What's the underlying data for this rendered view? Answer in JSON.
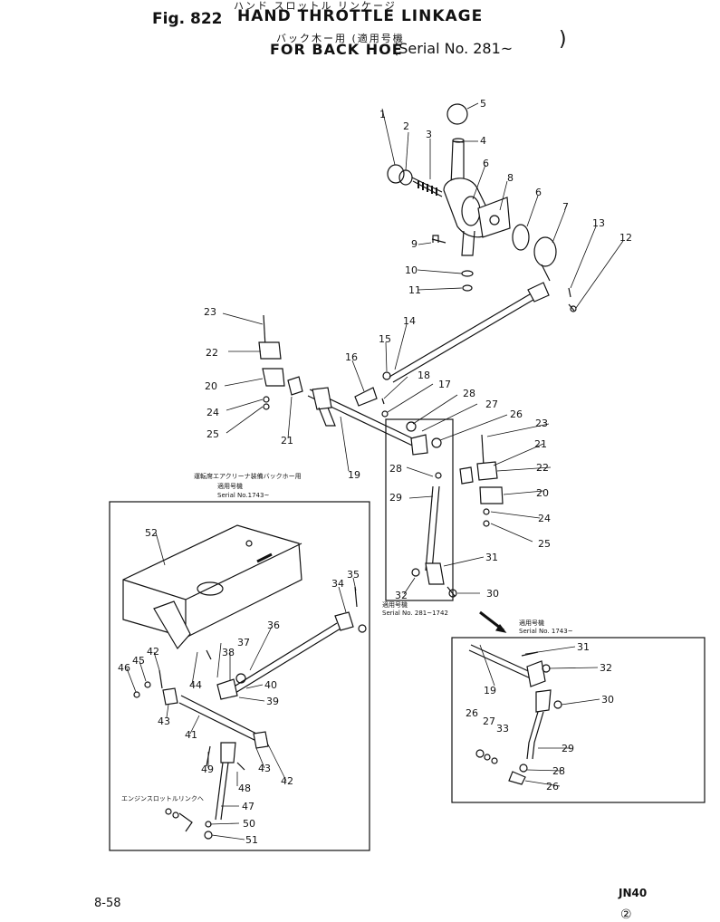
{
  "header": {
    "jp_title": "ハンド スロットル リンケージ",
    "fig": "Fig. 822",
    "title": "HAND THROTTLE LINKAGE",
    "jp_sub": "バック木ー用 (適用号機",
    "subtitle": "FOR BACK HOE",
    "serial": "(Serial No. 281~",
    "paren_close": ")"
  },
  "inset_left": {
    "caption_jp": "運転席エアクリーナ装備バックホー用",
    "caption_jp2": "適用号機",
    "caption_serial": "Serial No.1743~",
    "engine_note": "エンジンスロットルリンクへ"
  },
  "center_note": {
    "jp": "適用号機",
    "serial": "Serial No. 281~1742"
  },
  "inset_right": {
    "caption_jp": "適用号機",
    "caption_serial": "Serial No. 1743~"
  },
  "footer": {
    "page": "8-58",
    "code": "JN40",
    "mark": "②"
  },
  "callouts": {
    "c1": "1",
    "c2": "2",
    "c3": "3",
    "c4": "4",
    "c5": "5",
    "c6a": "6",
    "c6b": "6",
    "c7": "7",
    "c8": "8",
    "c9": "9",
    "c10": "10",
    "c11": "11",
    "c12": "12",
    "c13": "13",
    "c14": "14",
    "c15": "15",
    "c16": "16",
    "c17": "17",
    "c18": "18",
    "c19": "19",
    "c20a": "20",
    "c20b": "20",
    "c21a": "21",
    "c21b": "21",
    "c22a": "22",
    "c22b": "22",
    "c23a": "23",
    "c23b": "23",
    "c24a": "24",
    "c24b": "24",
    "c25a": "25",
    "c25b": "25",
    "c26": "26",
    "c27": "27",
    "c28a": "28",
    "c28b": "28",
    "c29": "29",
    "c30": "30",
    "c31": "31",
    "c32": "32",
    "r31": "31",
    "r32": "32",
    "r19": "19",
    "r30": "30",
    "r26a": "26",
    "r27": "27",
    "r33": "33",
    "r29": "29",
    "r28": "28",
    "r26b": "26",
    "c52": "52",
    "c35": "35",
    "c34": "34",
    "c36": "36",
    "c37": "37",
    "c38": "38",
    "c40": "40",
    "c39": "39",
    "c42a": "42",
    "c45": "45",
    "c46": "46",
    "c44": "44",
    "c43a": "43",
    "c41": "41",
    "c43b": "43",
    "c42b": "42",
    "c49": "49",
    "c48": "48",
    "c47": "47",
    "c50": "50",
    "c51": "51"
  }
}
